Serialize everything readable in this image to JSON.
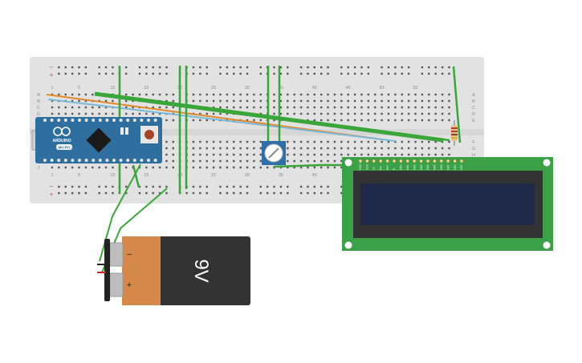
{
  "canvas": {
    "background": "#ffffff"
  },
  "breadboard": {
    "body_color": "#e2e2e2",
    "row_letters_top": [
      "A",
      "B",
      "C",
      "D",
      "E"
    ],
    "row_letters_bottom": [
      "F",
      "G",
      "H",
      "I",
      "J"
    ],
    "column_numbers": [
      "1",
      "5",
      "10",
      "15",
      "20",
      "25",
      "30",
      "35",
      "40",
      "45",
      "50",
      "55"
    ],
    "rail_minus": "−",
    "rail_plus": "+"
  },
  "arduino": {
    "board_color": "#2f6f9f",
    "logo_text": "ARDUINO",
    "badge_text": "MICRO"
  },
  "potentiometer": {
    "color": "#2d6fa6"
  },
  "resistor": {
    "band_colors": [
      "#c0392b",
      "#c0392b",
      "#7a4a1f",
      "#d4af37"
    ]
  },
  "lcd": {
    "board_color": "#3ba048",
    "screen_color": "#1f2a4a",
    "pin_labels": [
      "GND",
      "VCC",
      "V0",
      "RS",
      "RW",
      "E",
      "DB0",
      "DB1",
      "DB2",
      "DB3",
      "DB4",
      "DB5",
      "DB6",
      "DB7",
      "LED",
      "LED"
    ]
  },
  "battery": {
    "label": "9V",
    "minus_label": "−",
    "plus_label": "+",
    "body_color": "#333333",
    "band_color": "#d4894a"
  },
  "wires": {
    "green": "#3aa63a",
    "orange": "#e08a2b",
    "blue": "#7ab8d6",
    "red": "#d02020",
    "black": "#222222"
  }
}
